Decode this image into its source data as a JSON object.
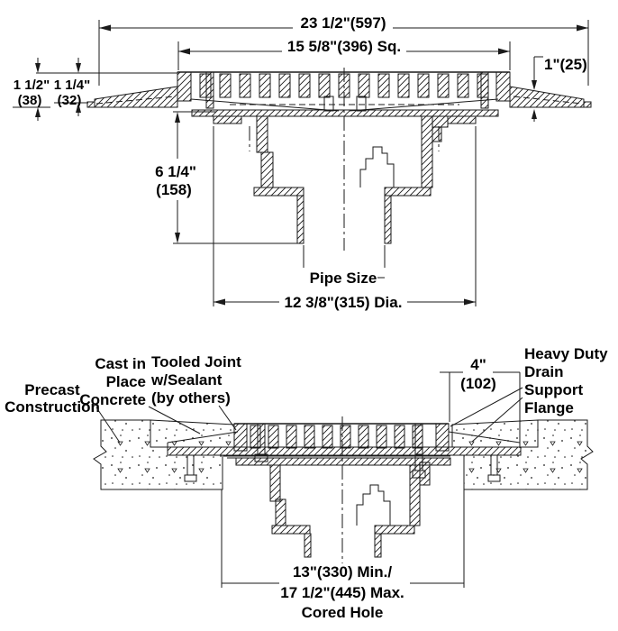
{
  "title": "Heavy Duty Drain - Sectional Views",
  "colors": {
    "line": "#1a1a1a",
    "background": "#ffffff"
  },
  "top_view": {
    "dim_overall_width": "23 1/2\"(597)",
    "dim_grate_square": "15 5/8\"(396) Sq.",
    "dim_rim_height": "1\"(25)",
    "dim_left_outer_in": "1 1/2\"",
    "dim_left_outer_mm": "(38)",
    "dim_left_inner_in": "1 1/4\"",
    "dim_left_inner_mm": "(32)",
    "dim_body_depth_in": "6 1/4\"",
    "dim_body_depth_mm": "(158)",
    "label_pipe_size": "Pipe Size",
    "dim_body_dia": "12 3/8\"(315) Dia."
  },
  "bottom_view": {
    "label_precast_1": "Precast",
    "label_precast_2": "Construction",
    "label_cip_1": "Cast in",
    "label_cip_2": "Place",
    "label_cip_3": "Concrete",
    "label_tooled_1": "Tooled Joint",
    "label_tooled_2": "w/Sealant",
    "label_tooled_3": "(by others)",
    "dim_flange_in": "4\"",
    "dim_flange_mm": "(102)",
    "label_flange_1": "Heavy Duty",
    "label_flange_2": "Drain",
    "label_flange_3": "Support",
    "label_flange_4": "Flange",
    "dim_cored_1": "13\"(330) Min./",
    "dim_cored_2": "17 1/2\"(445) Max.",
    "dim_cored_3": "Cored Hole"
  }
}
